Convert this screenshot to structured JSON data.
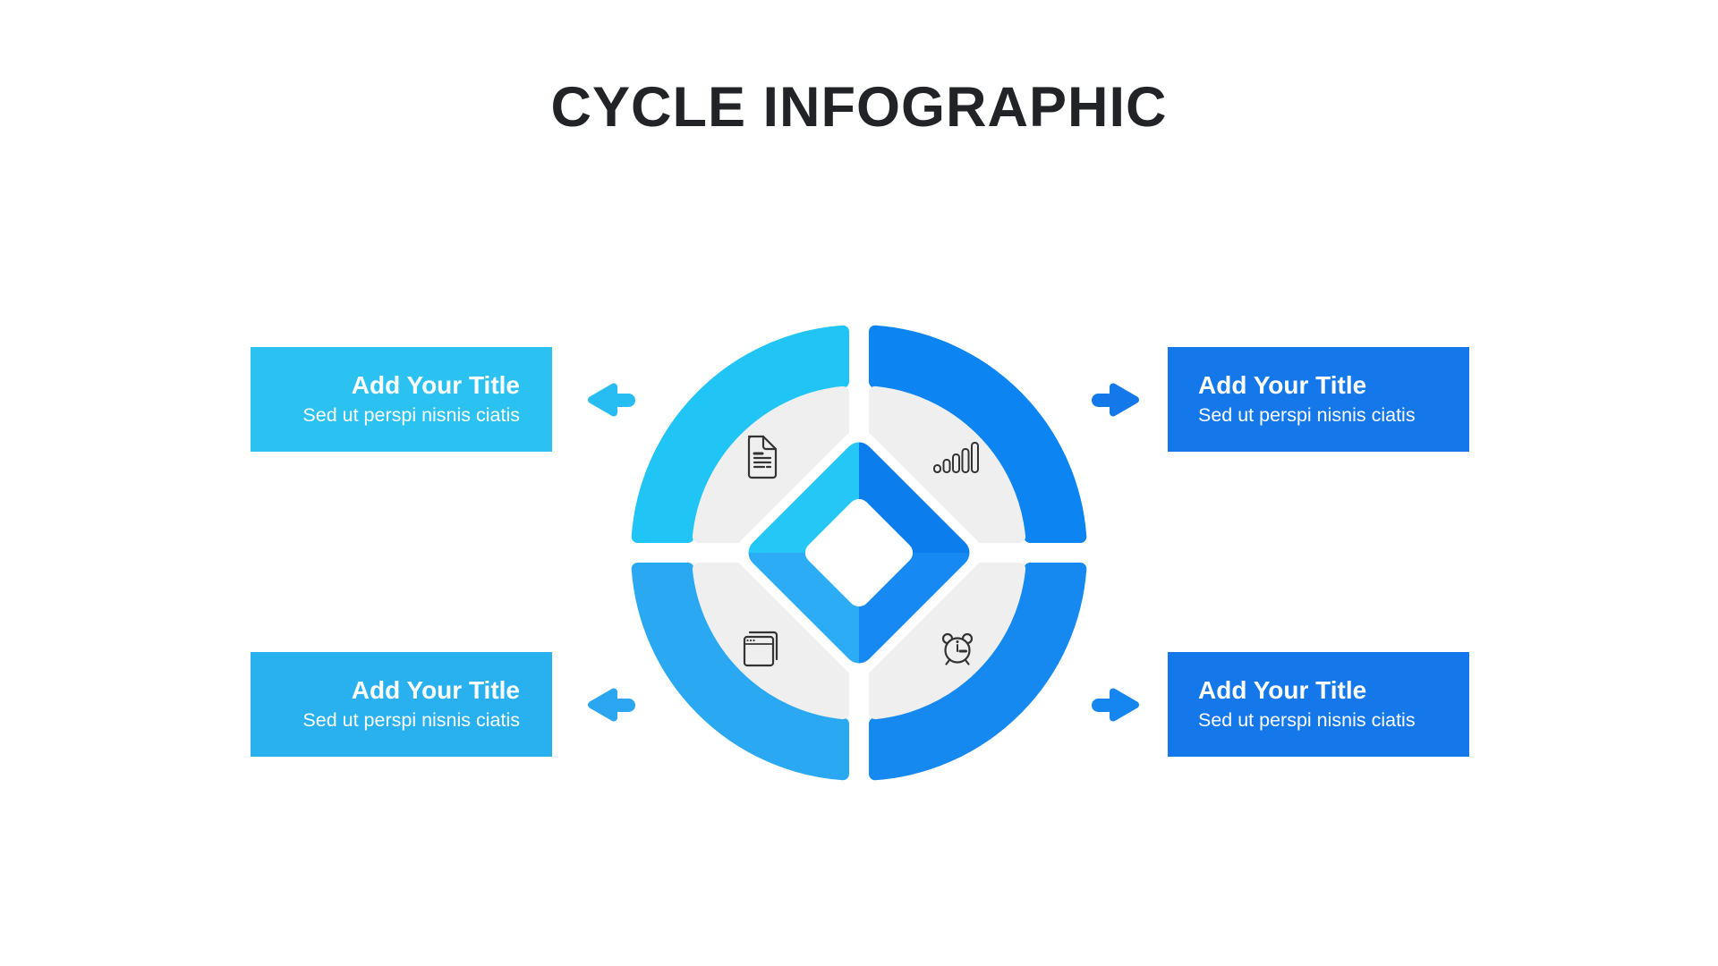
{
  "header": {
    "title": "CYCLE INFOGRAPHIC"
  },
  "cards": [
    {
      "id": "top-left",
      "title": "Add Your Title",
      "subtitle": "Sed ut perspi nisnis ciatis",
      "bg": "#2BC1F0",
      "arrow_color": "#27BDF2",
      "arrow_direction": "left"
    },
    {
      "id": "top-right",
      "title": "Add Your Title",
      "subtitle": "Sed ut perspi nisnis ciatis",
      "bg": "#1478EA",
      "arrow_color": "#1379EB",
      "arrow_direction": "right"
    },
    {
      "id": "bottom-left",
      "title": "Add Your Title",
      "subtitle": "Sed ut perspi nisnis ciatis",
      "bg": "#29B1EF",
      "arrow_color": "#2AA7F0",
      "arrow_direction": "left"
    },
    {
      "id": "bottom-right",
      "title": "Add Your Title",
      "subtitle": "Sed ut perspi nisnis ciatis",
      "bg": "#1478EA",
      "arrow_color": "#1586F0",
      "arrow_direction": "right"
    }
  ],
  "diagram": {
    "inner_color": "#EFEFEF",
    "icon_color": "#333333",
    "center_color": "#FFFFFF",
    "segments": [
      {
        "position": "top-left",
        "ring_color": "#20C4F5",
        "diamond_color": "#24C7F6",
        "icon": "document-icon"
      },
      {
        "position": "top-right",
        "ring_color": "#0C84F2",
        "diamond_color": "#0C7DED",
        "icon": "signal-bars-icon"
      },
      {
        "position": "bottom-left",
        "ring_color": "#2AA9F2",
        "diamond_color": "#2BACF5",
        "icon": "browser-window-icon"
      },
      {
        "position": "bottom-right",
        "ring_color": "#1689F1",
        "diamond_color": "#1689F2",
        "icon": "alarm-clock-icon"
      }
    ]
  }
}
